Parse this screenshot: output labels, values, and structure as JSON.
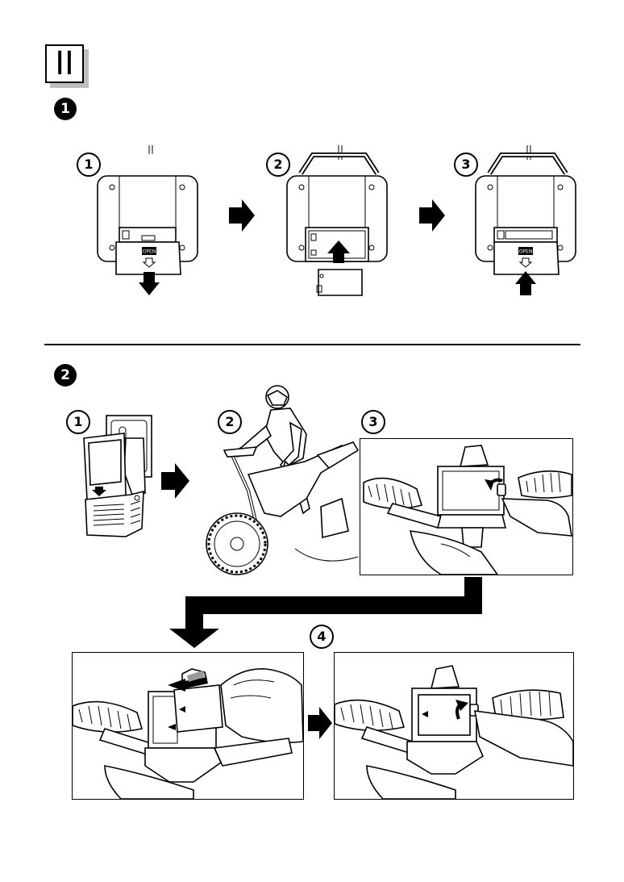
{
  "section": {
    "numeral": "II"
  },
  "steps": {
    "major": [
      "1",
      "2"
    ],
    "group1": [
      "1",
      "2",
      "3"
    ],
    "group2": [
      "1",
      "2",
      "3",
      "4"
    ]
  },
  "labels": {
    "open": "OPEN"
  }
}
